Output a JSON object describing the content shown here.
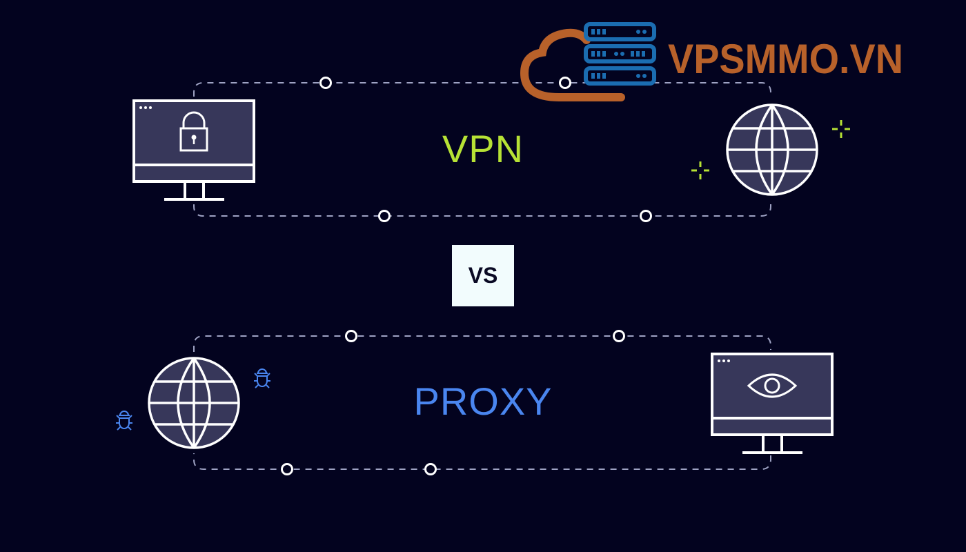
{
  "colors": {
    "background": "#03031f",
    "vpn_accent": "#b7e235",
    "proxy_accent": "#4a86f0",
    "icon_stroke": "#ffffff",
    "icon_fill": "#37375a",
    "dash": "#9fa3c4",
    "logo_orange": "#b8612a",
    "logo_blue": "#1b6db1",
    "vs_bg": "#f2fcfd",
    "vs_text": "#0a0a24"
  },
  "logo": {
    "text": "VPSMMO.VN",
    "icon": "cloud-server-icon"
  },
  "vpn": {
    "title": "VPN",
    "left_icon": "monitor-lock-icon",
    "right_icon": "globe-icon",
    "decor_icon": "sparkle-crosshair-icon"
  },
  "divider": {
    "label": "VS"
  },
  "proxy": {
    "title": "PROXY",
    "left_icon": "globe-icon",
    "right_icon": "monitor-eye-icon",
    "decor_icon": "bug-icon"
  }
}
